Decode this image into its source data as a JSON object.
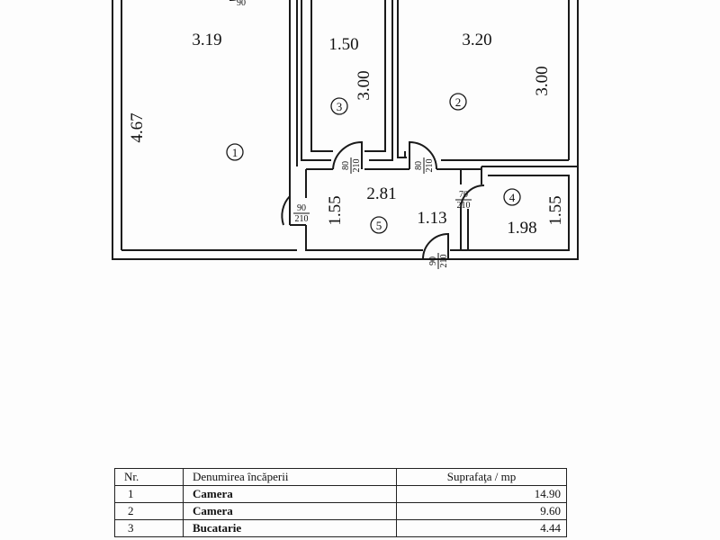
{
  "plan": {
    "rooms": [
      {
        "id": "1",
        "number": "1",
        "width": "3.19",
        "length": "4.67"
      },
      {
        "id": "2",
        "number": "2",
        "width": "3.20",
        "length": "3.00"
      },
      {
        "id": "3",
        "number": "3",
        "width": "1.50",
        "length": "3.00"
      },
      {
        "id": "4",
        "number": "4",
        "width": "1.98",
        "length": "1.55"
      },
      {
        "id": "5",
        "number": "5",
        "width": "2.81",
        "length": "1.55",
        "extra": "1.13"
      }
    ],
    "doors": [
      {
        "id": "d1",
        "width": "90",
        "height": "210"
      },
      {
        "id": "d2",
        "width": "80",
        "height": "210"
      },
      {
        "id": "d3",
        "width": "80",
        "height": "210"
      },
      {
        "id": "d4",
        "width": "70",
        "height": "210"
      },
      {
        "id": "d5",
        "width": "90",
        "height": "210"
      }
    ]
  },
  "legend": {
    "headers": {
      "nr": "Nr.",
      "name": "Denumirea încăperii",
      "area": "Suprafaţa / mp"
    },
    "rows": [
      {
        "nr": "1",
        "name": "Camera",
        "area": "14.90"
      },
      {
        "nr": "2",
        "name": "Camera",
        "area": "9.60"
      },
      {
        "nr": "3",
        "name": "Bucatarie",
        "area": "4.44"
      }
    ]
  }
}
